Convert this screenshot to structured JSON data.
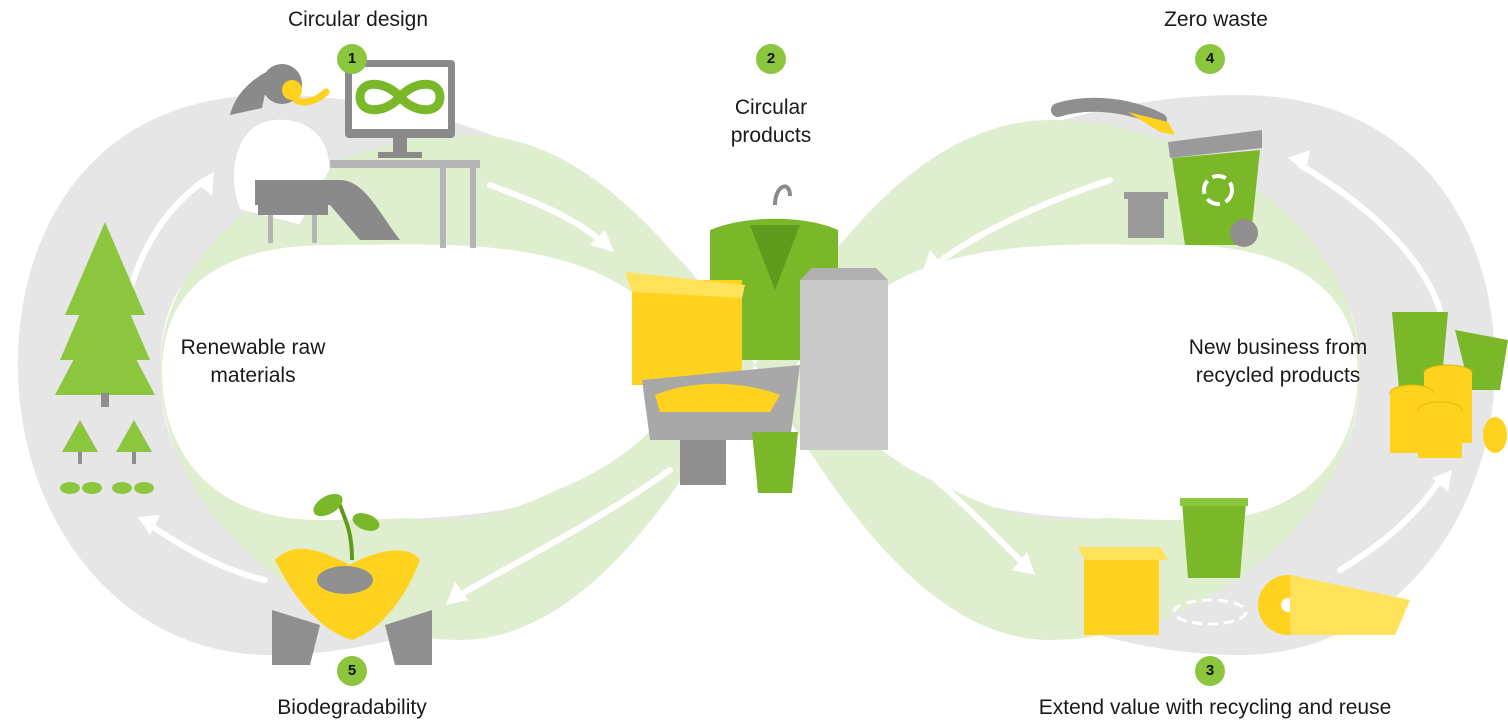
{
  "diagram": {
    "steps": [
      {
        "number": "1",
        "label": "Circular design"
      },
      {
        "number": "2",
        "label": "Circular products"
      },
      {
        "number": "3",
        "label": "Extend value with recycling and reuse"
      },
      {
        "number": "4",
        "label": "Zero waste"
      },
      {
        "number": "5",
        "label": "Biodegradability"
      }
    ],
    "loop_labels": {
      "left": "Renewable raw materials",
      "right": "New business from recycled products"
    },
    "icons": {
      "design": "designer-at-computer-icon",
      "infinity": "infinity-icon",
      "products": "product-packaging-icon",
      "bin": "recycling-bin-icon",
      "recycled": "recycled-materials-icon",
      "coins": "coins-icon",
      "trees": "tree-icon",
      "hands": "hands-with-seedling-icon"
    },
    "colors": {
      "outer_ring": "#e6e6e6",
      "inner_band": "#dfeecf",
      "badge": "#8cc63f",
      "green": "#7ab829",
      "yellow": "#ffd21f",
      "gray": "#a3a3a3",
      "tree": "#8cc63f"
    }
  }
}
